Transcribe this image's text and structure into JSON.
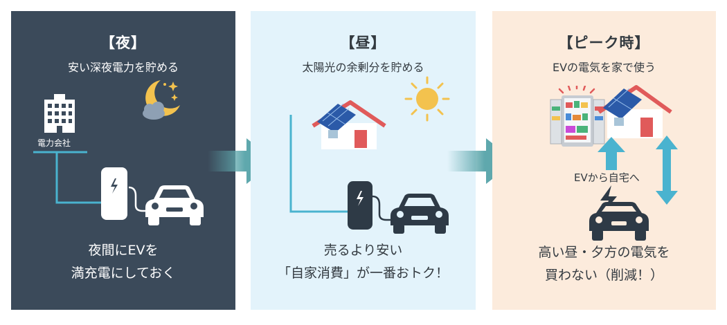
{
  "panels": {
    "night": {
      "title": "【夜】",
      "subtitle": "安い深夜電力を貯める",
      "company_label": "電力会社",
      "bottom_line1": "夜間にEVを",
      "bottom_line2": "満充電にしておく"
    },
    "day": {
      "title": "【昼】",
      "subtitle": "太陽光の余剰分を貯める",
      "bottom_line1": "売るより安い",
      "bottom_line2": "「自家消費」が一番おトク！"
    },
    "peak": {
      "title": "【ピーク時】",
      "subtitle": "EVの電気を家で使う",
      "ev_label": "EVから自宅へ",
      "bottom_line1": "高い昼・夕方の電気を",
      "bottom_line2": "買わない（削減！）"
    }
  },
  "colors": {
    "night_bg": "#3b4a5a",
    "day_bg": "#e3f3fb",
    "peak_bg": "#fcebdc",
    "accent_teal": "#4ab3cf",
    "arrow_teal": "#5fa8ad"
  },
  "icons": [
    "building-icon",
    "moon-icon",
    "sun-icon",
    "house-solar-icon",
    "charger-icon",
    "car-icon",
    "refrigerator-icon",
    "lightning-car-icon",
    "double-arrow-icon",
    "flow-arrow-icon"
  ]
}
